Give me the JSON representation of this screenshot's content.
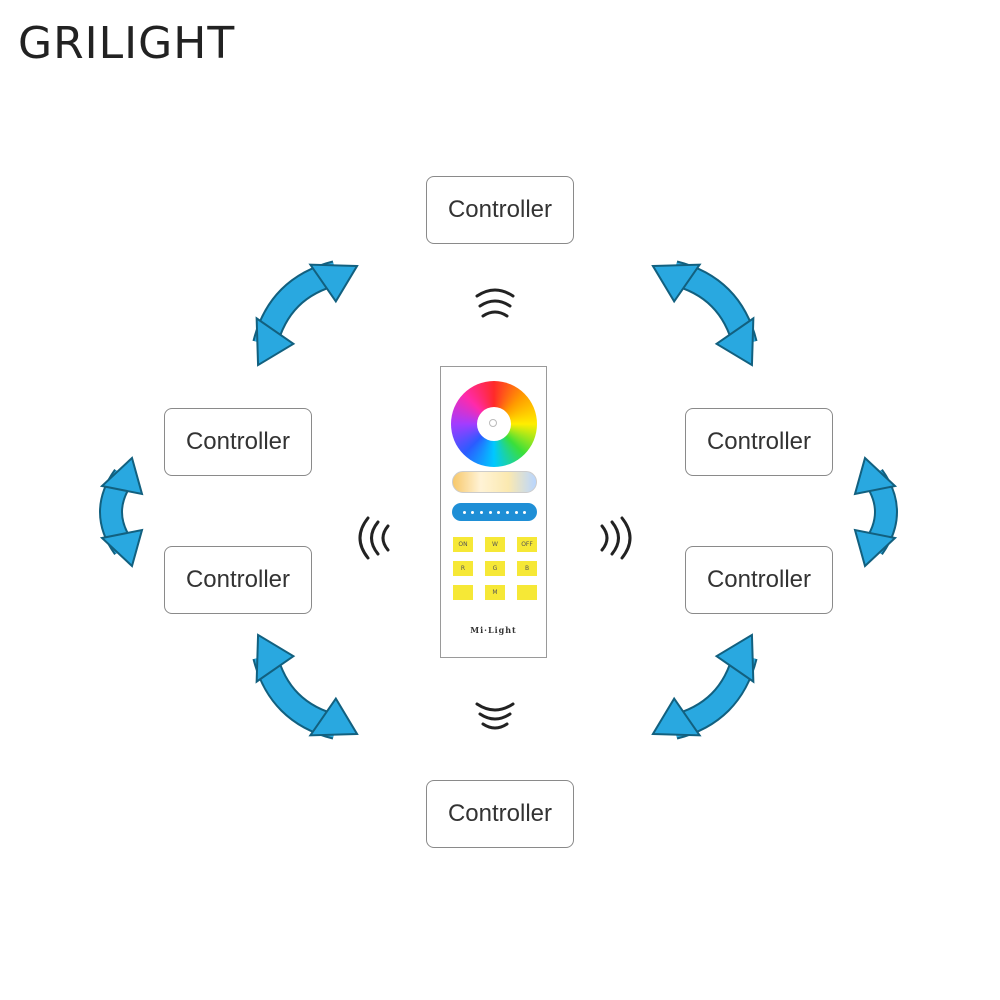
{
  "logo": {
    "text": "GRILIGHT"
  },
  "controllers": {
    "top": "Controller",
    "left1": "Controller",
    "left2": "Controller",
    "right1": "Controller",
    "right2": "Controller",
    "bottom": "Controller"
  },
  "remote": {
    "keys": [
      "ON",
      "W",
      "OFF",
      "R",
      "G",
      "B",
      "",
      "M",
      ""
    ],
    "brand": "Mi·Light"
  },
  "colors": {
    "arrow": "#29a8e0",
    "arrow_stroke": "#12607f",
    "signal": "#222222"
  },
  "icons": [
    "two-way-arrow-icon",
    "signal-wave-icon",
    "color-wheel-icon"
  ]
}
